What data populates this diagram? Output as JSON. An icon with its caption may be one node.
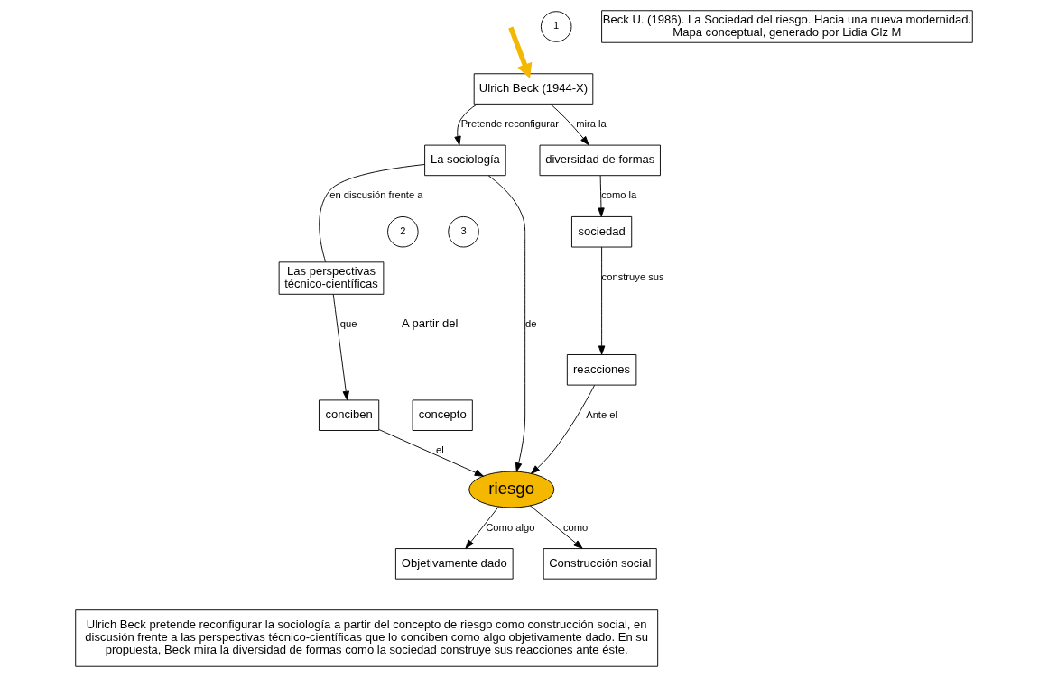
{
  "diagram": {
    "nodes": [
      {
        "text": [
          "Beck U. (1986). La Sociedad del riesgo. Hacia una nueva modernidad.",
          "Mapa conceptual, generado por Lidia Glz M"
        ]
      },
      {
        "text": [
          "Ulrich Beck (1944-X)"
        ]
      },
      {
        "text": [
          "1"
        ]
      },
      {
        "text": [
          "diversidad de formas"
        ]
      },
      {
        "text": [
          "sociedad"
        ]
      },
      {
        "text": [
          "La sociología"
        ]
      },
      {
        "text": [
          "2"
        ]
      },
      {
        "text": [
          "3"
        ]
      },
      {
        "text": [
          "concepto"
        ]
      },
      {
        "text": [
          "reacciones"
        ]
      },
      {
        "text": [
          "Las perspectivas técnico-científicas"
        ]
      },
      {
        "text": [
          "riesgo"
        ]
      },
      {
        "text": [
          "Construcción social"
        ]
      },
      {
        "text": [
          "Objetivamente dado"
        ]
      },
      {
        "text": [
          "conciben"
        ]
      },
      {
        "text": [
          "Ulrich Beck pretende reconfigurar la sociología a partir del concepto de riesgo como construcción social, en discusión frente a las perspectivas técnico-científicas que lo conciben como algo objetivamente dado. En su propuesta, Beck mira la diversidad de formas como la sociedad construye sus reacciones ante éste."
        ]
      }
    ],
    "edges": [
      {
        "from": null,
        "to": 1,
        "arrow": "to",
        "style": "thick",
        "color": "#f5b800"
      },
      {
        "from": 1,
        "to": 3,
        "arrow": "to",
        "label": "mira la"
      },
      {
        "from": 3,
        "to": 4,
        "arrow": "to",
        "label": "como la"
      },
      {
        "from": 1,
        "to": 5,
        "arrow": "to",
        "label": "Pretende reconfigurar"
      },
      {
        "from": 4,
        "to": 9,
        "arrow": "to",
        "label": "construye sus"
      },
      {
        "from": 5,
        "to": 11,
        "arrow": "to",
        "label": "de"
      },
      {
        "from": 5,
        "to": 10,
        "arrow": "none",
        "label": "en discusión frente a"
      },
      {
        "from": 9,
        "to": 11,
        "arrow": "to",
        "label": "Ante el"
      },
      {
        "from": 11,
        "to": 12,
        "arrow": "to",
        "label": "como"
      },
      {
        "from": 11,
        "to": 13,
        "arrow": "to",
        "label": "Como algo"
      },
      {
        "from": 10,
        "to": 14,
        "arrow": "to",
        "label": "que"
      },
      {
        "from": 14,
        "to": 11,
        "arrow": "to",
        "label": "el"
      }
    ],
    "labels": [
      "A partir del"
    ]
  }
}
